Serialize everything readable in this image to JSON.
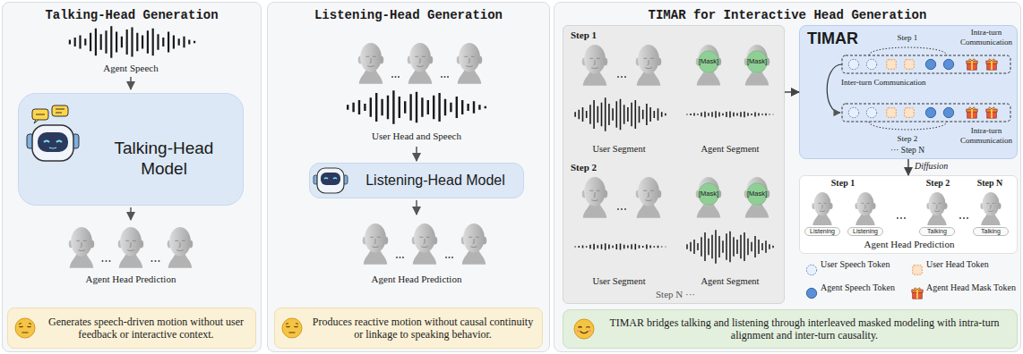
{
  "diagram": {
    "nodes": [
      {
        "text": [
          "Talking-Head Generation"
        ]
      },
      {
        "text": [
          "Talking-Head Model"
        ],
        "in": 0
      },
      {
        "text": [
          "Generates speech-driven motion without user feedback or interactive context."
        ],
        "in": 0
      },
      {
        "text": [
          "Listening-Head Generation"
        ]
      },
      {
        "text": [
          "Listening-Head Model"
        ],
        "in": 3
      },
      {
        "text": [
          "Produces reactive motion without causal continuity or linkage to speaking behavior."
        ],
        "in": 3
      },
      {
        "text": [
          "TIMAR for Interactive Head Generation"
        ]
      },
      {
        "text": [
          "Step 1",
          "User Segment",
          "Agent Segment",
          "Step 2",
          "User Segment",
          "Agent Segment",
          "Step N ···"
        ],
        "in": 6
      },
      {
        "text": [
          "TIMAR",
          "Step 1",
          "Intra-turn Communication",
          "Inter-turn Communication",
          "Step 2",
          "Intra-turn Communication",
          "··· Step N"
        ],
        "in": 6
      },
      {
        "text": [
          "Step 1",
          "Step 2",
          "Step N",
          "Agent Head Prediction"
        ],
        "in": 6
      },
      {
        "text": [
          "TIMAR bridges talking and listening through interleaved masked modeling with intra-turn alignment and inter-turn causality."
        ],
        "in": 6
      }
    ],
    "edges": [
      {
        "from": 7,
        "to": 8,
        "arrow": "to"
      },
      {
        "from": 8,
        "to": 9,
        "label": "Diffusion",
        "arrow": "to"
      }
    ],
    "labels": [
      "Agent Speech",
      "Agent Head Prediction",
      "User Head and Speech",
      "Agent Head Prediction",
      "[Mask]",
      "[Mask]",
      "[Mask]",
      "[Mask]",
      "Listening",
      "Listening",
      "Talking",
      "Talking"
    ],
    "legend": [
      {
        "text": "User Speech Token"
      },
      {
        "text": "User Head Token"
      },
      {
        "text": "Agent Speech Token"
      },
      {
        "text": "Agent Head Mask Token"
      }
    ]
  }
}
